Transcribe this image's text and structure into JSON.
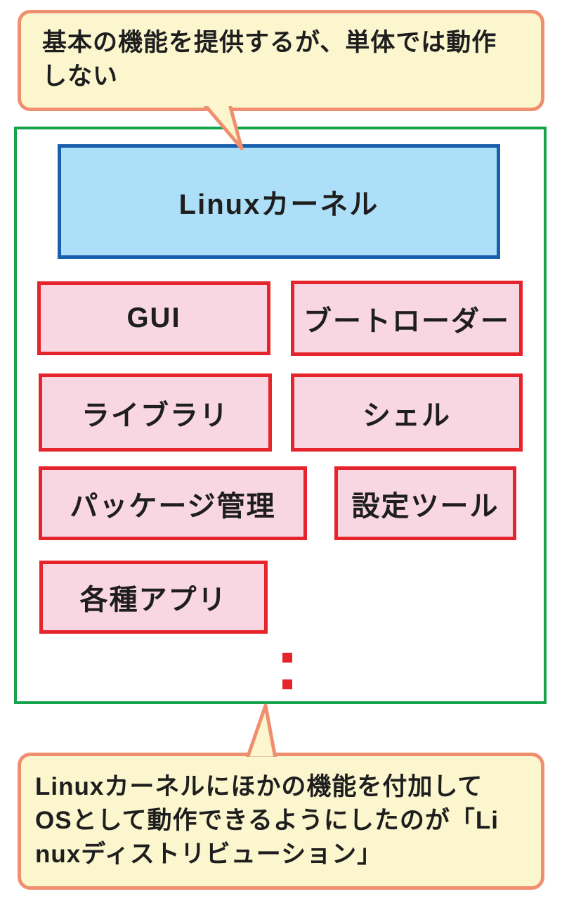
{
  "colors": {
    "bubble-fill": "#FBF6CE",
    "bubble-border": "#EF8F6F",
    "frame-border": "#17A34B",
    "kernel-fill": "#ADE0F8",
    "kernel-border": "#1A5FAE",
    "component-fill": "#F8D6E2",
    "component-border": "#E6242B",
    "text": "#1E1E1E",
    "page-bg": "#FFFFFF"
  },
  "top_callout": {
    "lines": [
      "基本の機能を提供するが、単体では動作",
      "しない"
    ]
  },
  "kernel_box": {
    "label": "Linuxカーネル"
  },
  "components": [
    {
      "label": "GUI"
    },
    {
      "label": "ブートローダー"
    },
    {
      "label": "ライブラリ"
    },
    {
      "label": "シェル"
    },
    {
      "label": "パッケージ管理"
    },
    {
      "label": "設定ツール"
    },
    {
      "label": "各種アプリ"
    }
  ],
  "bottom_callout": {
    "lines": [
      "Linuxカーネルにほかの機能を付加して",
      "OSとして動作できるようにしたのが「Li",
      "nuxディストリビューション」"
    ]
  }
}
